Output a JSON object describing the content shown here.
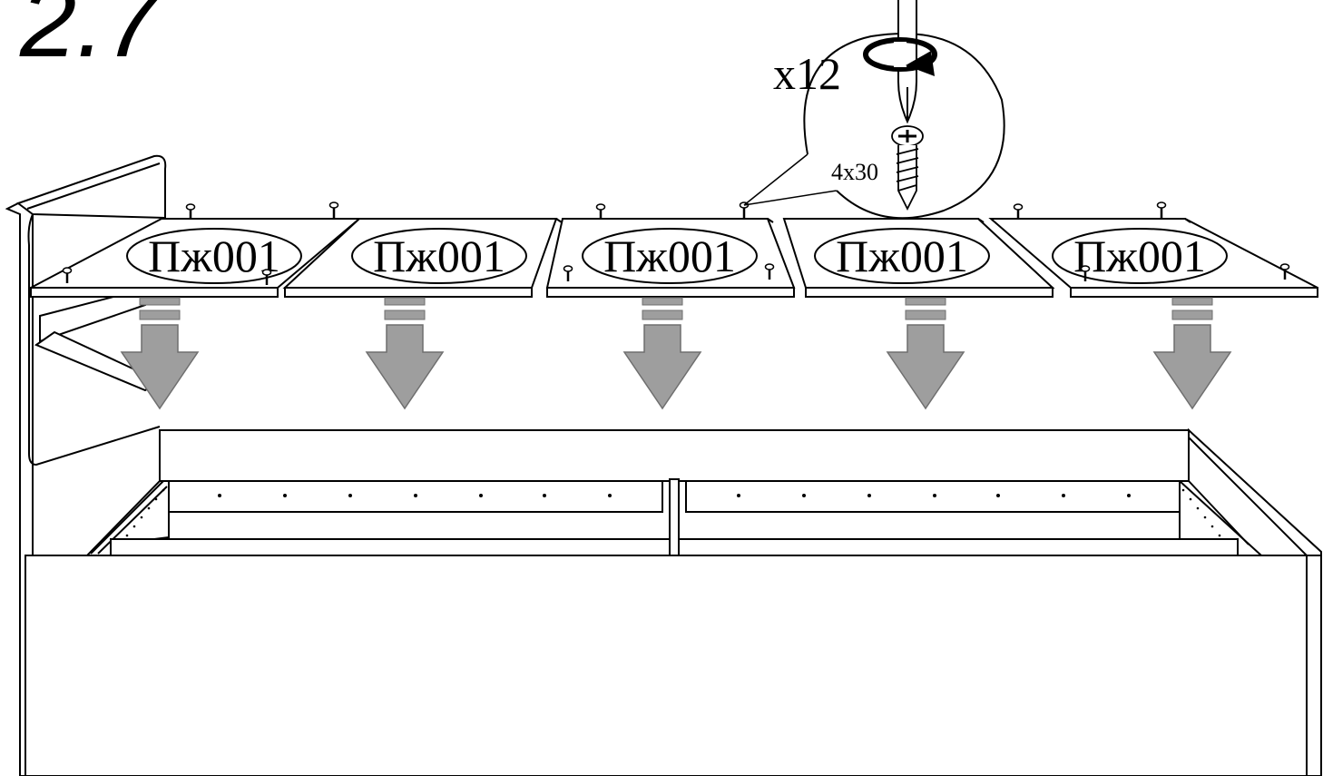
{
  "step": {
    "number": "2.7"
  },
  "callout": {
    "quantity": "x12",
    "screw_size": "4x30",
    "tool_icon": "screwdriver-icon",
    "rotation_icon": "clockwise-rotation-icon",
    "screw_icon": "wood-screw-icon"
  },
  "panels": [
    {
      "label": "Пж001"
    },
    {
      "label": "Пж001"
    },
    {
      "label": "Пж001"
    },
    {
      "label": "Пж001"
    },
    {
      "label": "Пж001"
    }
  ],
  "colors": {
    "line": "#000000",
    "arrow_fill": "#9e9e9e",
    "arrow_stroke": "#6f6f6f",
    "background": "#ffffff"
  }
}
